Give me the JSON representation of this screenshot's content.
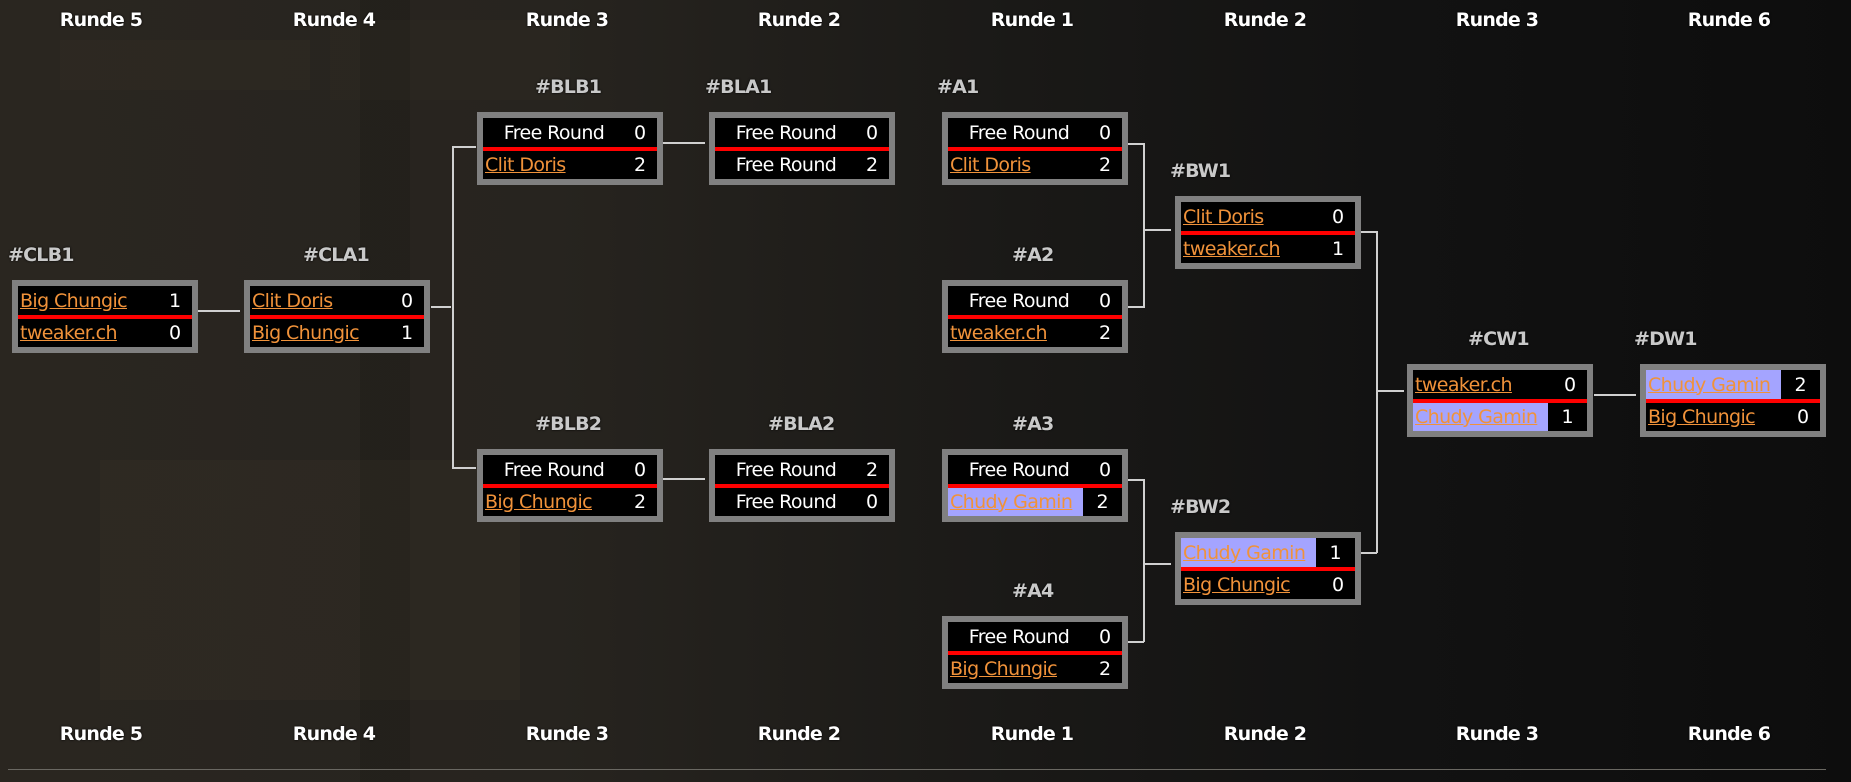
{
  "rounds_top": [
    "Runde 5",
    "Runde 4",
    "Runde 3",
    "Runde 2",
    "Runde 1",
    "Runde 2",
    "Runde 3",
    "Runde 6"
  ],
  "rounds_bottom": [
    "Runde 5",
    "Runde 4",
    "Runde 3",
    "Runde 2",
    "Runde 1",
    "Runde 2",
    "Runde 3",
    "Runde 6"
  ],
  "colors": {
    "accent_link": "#f0923a",
    "winner_highlight": "#a4a4ff",
    "divider": "#ff0000",
    "box_border": "#808080"
  },
  "matches": {
    "CLB1": {
      "label": "#CLB1",
      "p1": {
        "name": "Big Chungic",
        "score": "1"
      },
      "p2": {
        "name": "tweaker.ch",
        "score": "0"
      }
    },
    "CLA1": {
      "label": "#CLA1",
      "p1": {
        "name": "Clit Doris",
        "score": "0"
      },
      "p2": {
        "name": "Big Chungic",
        "score": "1"
      }
    },
    "BLB1": {
      "label": "#BLB1",
      "p1": {
        "name": "Free Round",
        "score": "0"
      },
      "p2": {
        "name": "Clit Doris",
        "score": "2"
      }
    },
    "BLB2": {
      "label": "#BLB2",
      "p1": {
        "name": "Free Round",
        "score": "0"
      },
      "p2": {
        "name": "Big Chungic",
        "score": "2"
      }
    },
    "BLA1": {
      "label": "#BLA1",
      "p1": {
        "name": "Free Round",
        "score": "0"
      },
      "p2": {
        "name": "Free Round",
        "score": "2"
      }
    },
    "BLA2": {
      "label": "#BLA2",
      "p1": {
        "name": "Free Round",
        "score": "2"
      },
      "p2": {
        "name": "Free Round",
        "score": "0"
      }
    },
    "A1": {
      "label": "#A1",
      "p1": {
        "name": "Free Round",
        "score": "0"
      },
      "p2": {
        "name": "Clit Doris",
        "score": "2"
      }
    },
    "A2": {
      "label": "#A2",
      "p1": {
        "name": "Free Round",
        "score": "0"
      },
      "p2": {
        "name": "tweaker.ch",
        "score": "2"
      }
    },
    "A3": {
      "label": "#A3",
      "p1": {
        "name": "Free Round",
        "score": "0"
      },
      "p2": {
        "name": "Chudy Gamin",
        "score": "2"
      }
    },
    "A4": {
      "label": "#A4",
      "p1": {
        "name": "Free Round",
        "score": "0"
      },
      "p2": {
        "name": "Big Chungic",
        "score": "2"
      }
    },
    "BW1": {
      "label": "#BW1",
      "p1": {
        "name": "Clit Doris",
        "score": "0"
      },
      "p2": {
        "name": "tweaker.ch",
        "score": "1"
      }
    },
    "BW2": {
      "label": "#BW2",
      "p1": {
        "name": "Chudy Gamin",
        "score": "1"
      },
      "p2": {
        "name": "Big Chungic",
        "score": "0"
      }
    },
    "CW1": {
      "label": "#CW1",
      "p1": {
        "name": "tweaker.ch",
        "score": "0"
      },
      "p2": {
        "name": "Chudy Gamin",
        "score": "1"
      }
    },
    "DW1": {
      "label": "#DW1",
      "p1": {
        "name": "Chudy Gamin",
        "score": "2"
      },
      "p2": {
        "name": "Big Chungic",
        "score": "0"
      }
    }
  }
}
